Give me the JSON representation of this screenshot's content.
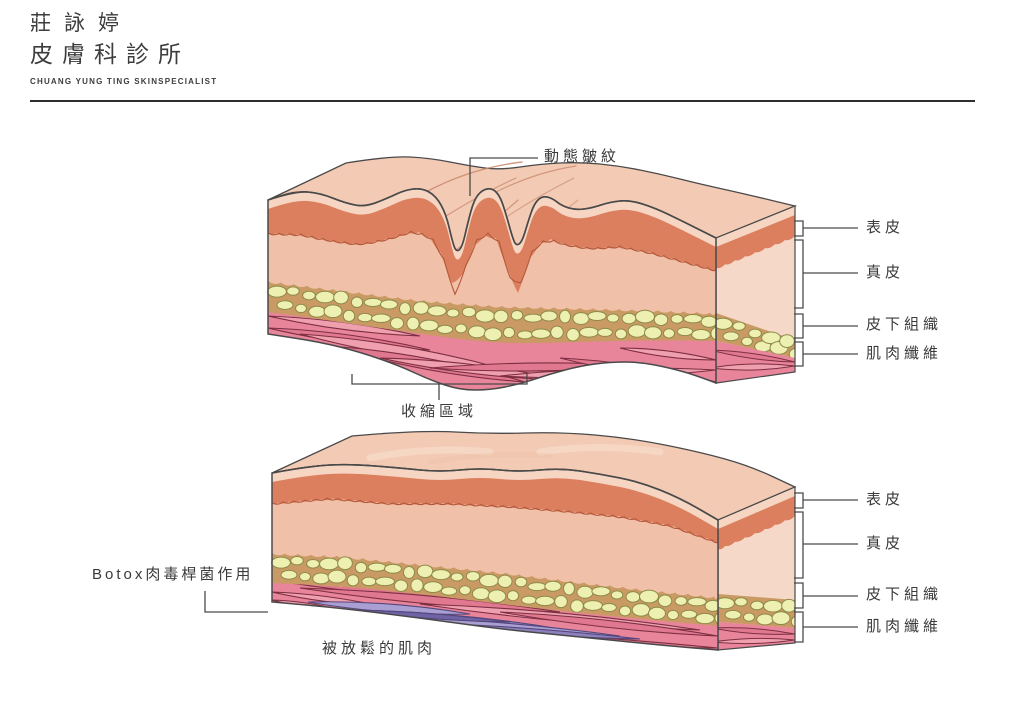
{
  "brand": {
    "name_line1": "莊詠婷",
    "name_line2": "皮膚科診所",
    "subtitle": "CHUANG YUNG TING SKINSPECIALIST"
  },
  "upper_diagram": {
    "wrinkle_label": "動態皺紋",
    "contraction_label": "收縮區域",
    "layer_labels": [
      "表皮",
      "真皮",
      "皮下組織",
      "肌肉纖維"
    ]
  },
  "lower_diagram": {
    "botox_label": "Botox肉毒桿菌作用",
    "relaxed_muscle_label": "被放鬆的肌肉",
    "layer_labels": [
      "表皮",
      "真皮",
      "皮下組織",
      "肌肉纖維"
    ]
  },
  "colors": {
    "epidermis": "#dc7f5e",
    "dermis": "#f1c0a8",
    "subcutaneous_fat": "#eef0b2",
    "muscle": "#e8859b",
    "relaxed_muscle": "#9b90c9",
    "outline": "#4a4a4a",
    "text": "#3a3a3a"
  }
}
